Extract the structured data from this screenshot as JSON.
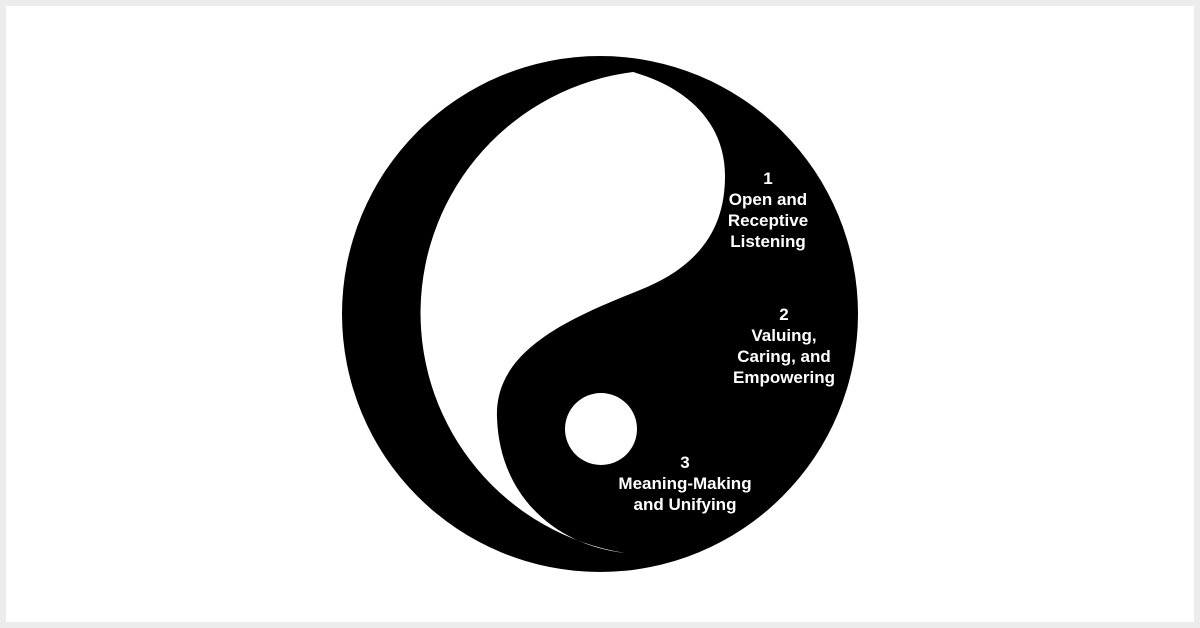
{
  "colors": {
    "page_border": "#ececec",
    "background": "#ffffff",
    "dark": "#000000",
    "light": "#ffffff"
  },
  "diagram": {
    "shape": "yin-yang",
    "labels": [
      {
        "number": "1",
        "lines": [
          "Open and",
          "Receptive",
          "Listening"
        ]
      },
      {
        "number": "2",
        "lines": [
          "Valuing,",
          "Caring, and",
          "Empowering"
        ]
      },
      {
        "number": "3",
        "lines": [
          "Meaning-Making",
          "and Unifying"
        ]
      }
    ]
  }
}
